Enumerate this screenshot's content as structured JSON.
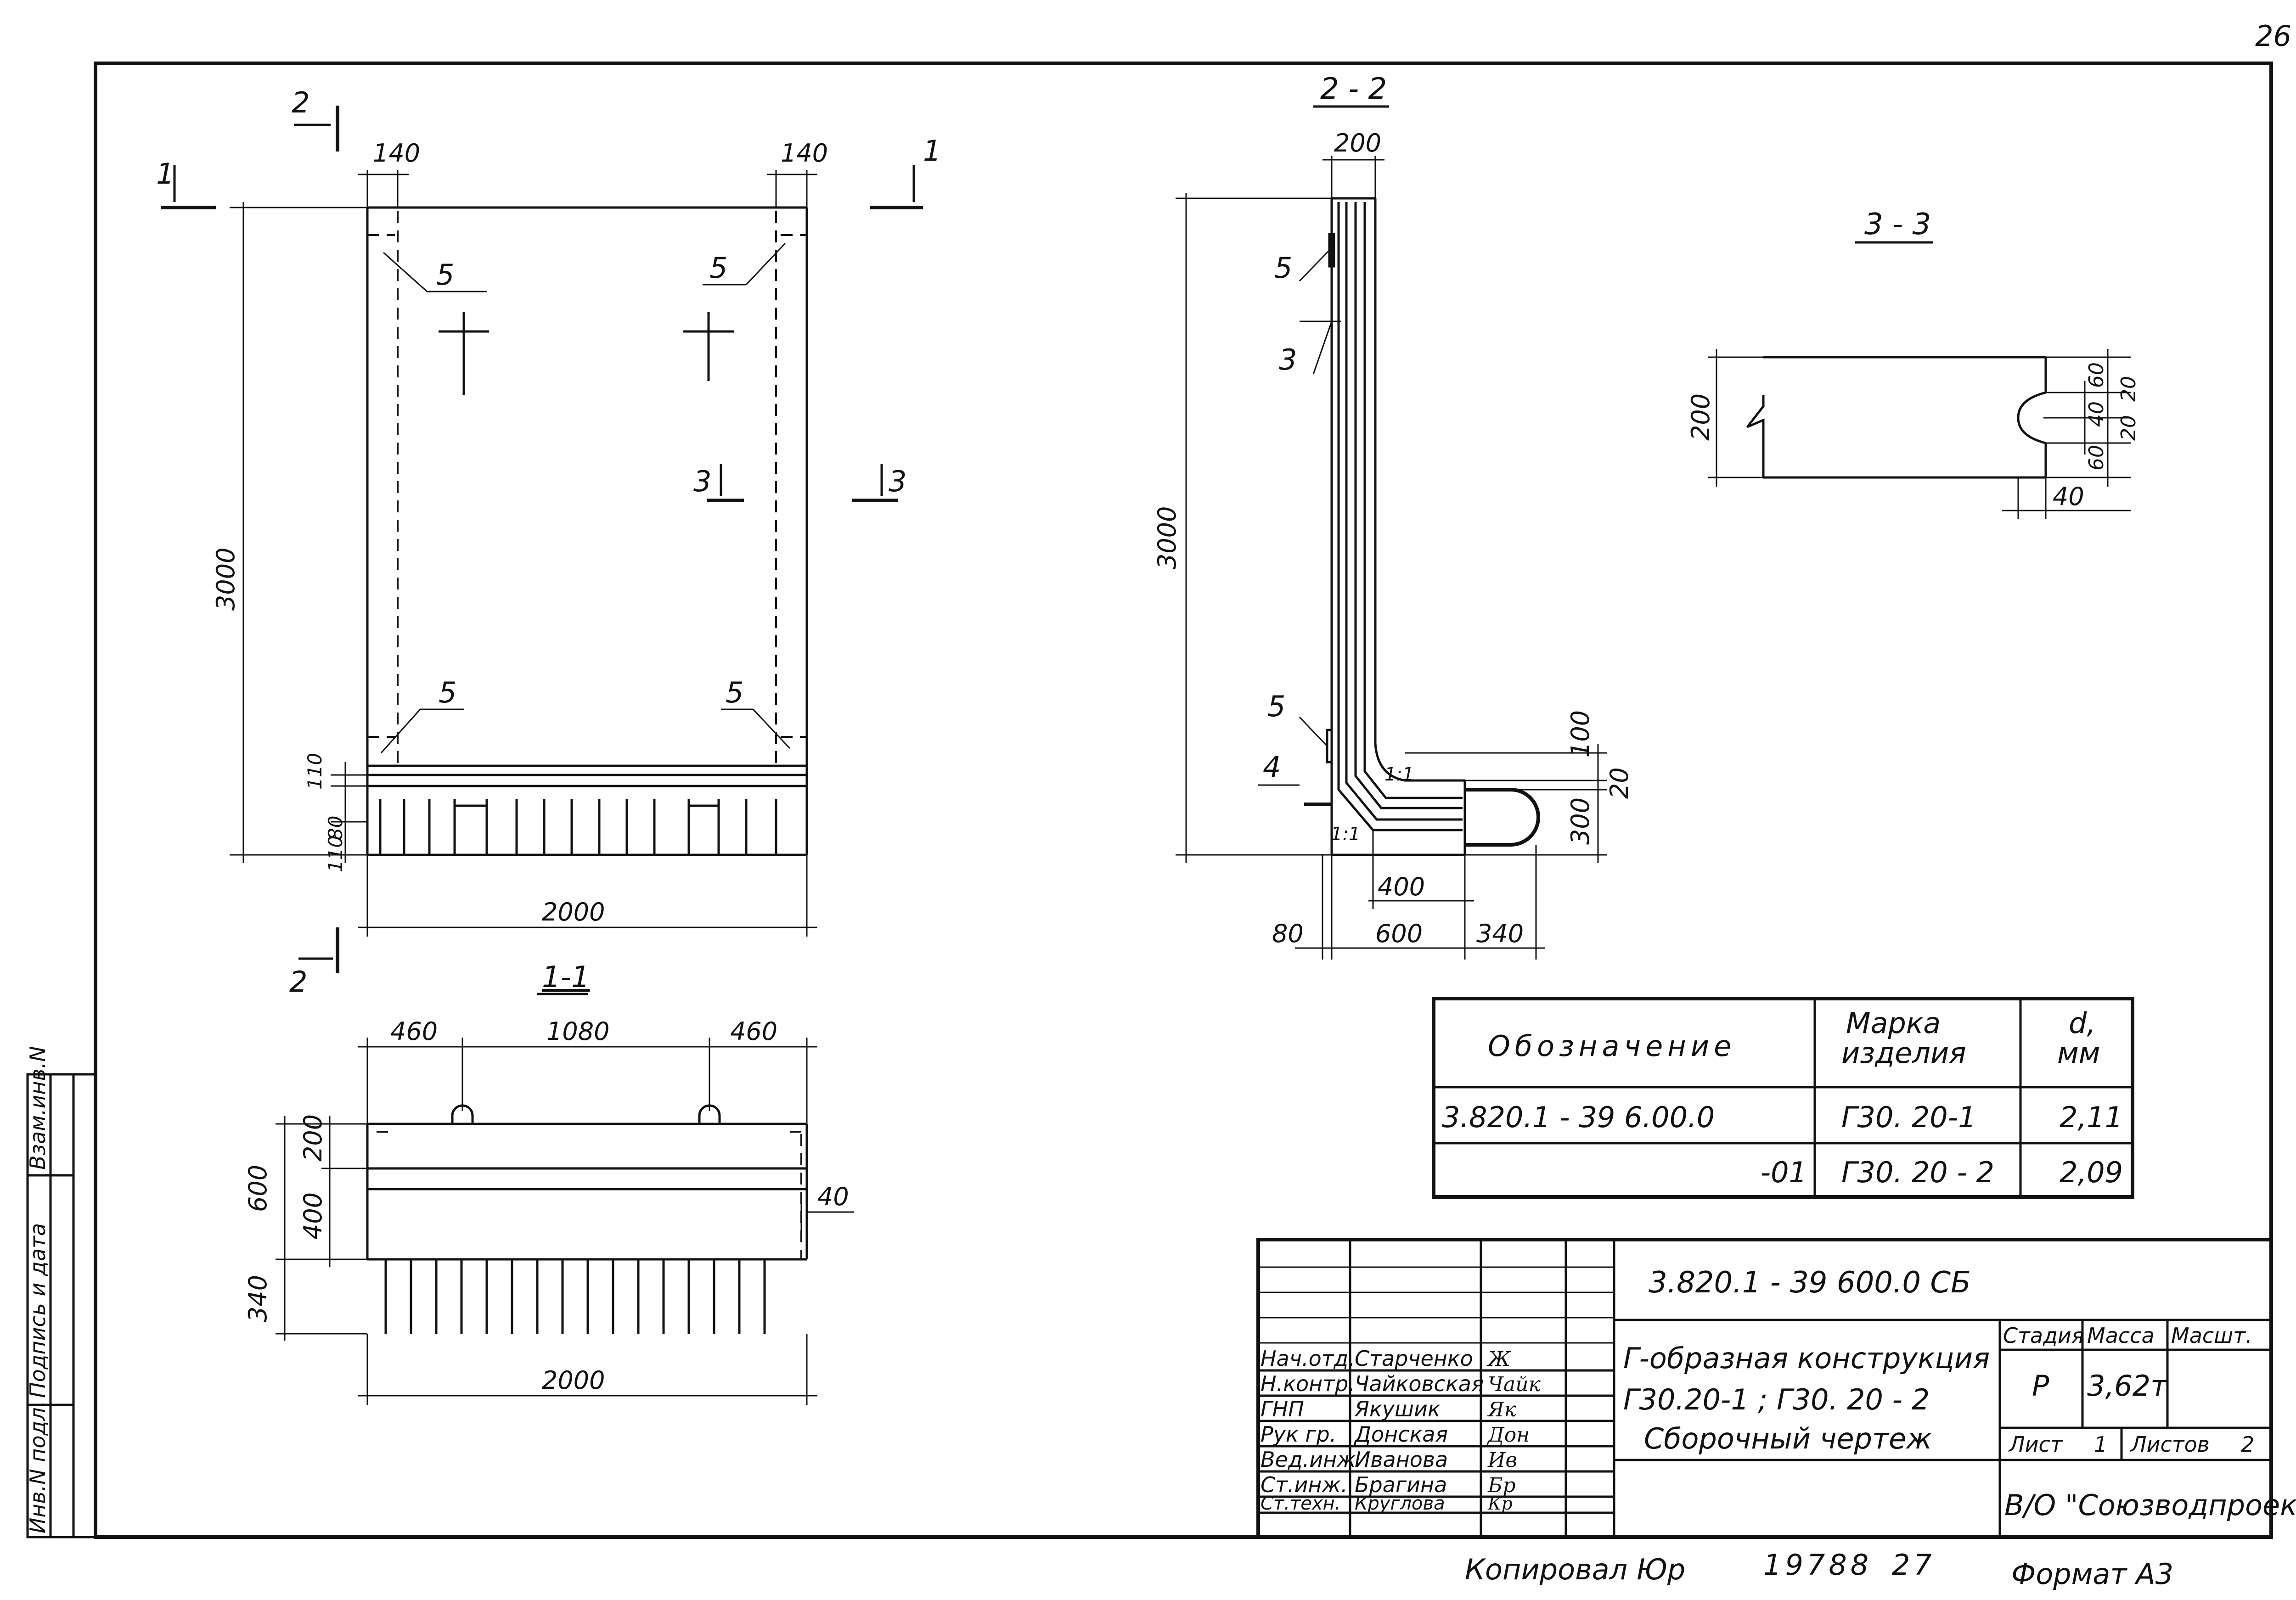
{
  "sheet": {
    "page_number": "26",
    "copied_by": "Копировал Юр",
    "archive_number": "19788",
    "archive_sheet": "27",
    "format": "Формат А3"
  },
  "view_main": {
    "dims": {
      "w140_left": "140",
      "w140_right": "140",
      "height": "3000",
      "width": "2000",
      "d110_top": "110",
      "d80": "80",
      "d110_bot": "110"
    },
    "cuts": {
      "c1_left": "1",
      "c1_right": "1",
      "c2_top": "2",
      "c2_bottom": "2",
      "c3_left": "3",
      "c3_right": "3"
    },
    "callouts": [
      "5",
      "5",
      "5",
      "5"
    ]
  },
  "view_1_1": {
    "title": "1-1",
    "dims": {
      "d460_left": "460",
      "d1080": "1080",
      "d460_right": "460",
      "d600": "600",
      "d200": "200",
      "d400": "400",
      "d40": "40",
      "d340": "340",
      "d2000": "2000"
    }
  },
  "view_2_2": {
    "title": "2 - 2",
    "dims": {
      "d200": "200",
      "d3000": "3000",
      "d100": "100",
      "d20": "20",
      "d300": "300",
      "d400": "400",
      "d80": "80",
      "d600": "600",
      "d340": "340"
    },
    "callouts": {
      "c5_top": "5",
      "c3": "3",
      "c5_bottom": "5",
      "c4": "4"
    },
    "ratio_upper": "1:1",
    "ratio_lower": "1:1"
  },
  "view_3_3": {
    "title": "3 - 3",
    "dims": {
      "d200": "200",
      "d60_top": "60",
      "d40_mid": "40",
      "d60_bot": "60",
      "d20_top": "20",
      "d20_bot": "20",
      "d40_bottom": "40"
    }
  },
  "spec_table": {
    "headers": {
      "designation": "Обозначение",
      "mark_line1": "Марка",
      "mark_line2": "изделия",
      "d_line1": "d,",
      "d_line2": "мм"
    },
    "rows": [
      {
        "designation": "3.820.1 - 39   6.00.0",
        "mark": "Г30. 20-1",
        "d": "2,11"
      },
      {
        "designation": "-01",
        "mark": "Г30. 20 - 2",
        "d": "2,09"
      }
    ]
  },
  "title_block": {
    "doc_code": "3.820.1 - 39 600.0 СБ",
    "title_line1": "Г-образная конструкция",
    "title_line2": "Г30.20-1 ;  Г30. 20 - 2",
    "title_line3": "Сборочный  чертеж",
    "stage_label": "Стадия",
    "mass_label": "Масса",
    "scale_label": "Масшт.",
    "stage_value": "Р",
    "mass_value": "3,62т",
    "sheet_label": "Лист",
    "sheet_value": "1",
    "sheets_label": "Листов",
    "sheets_value": "2",
    "organization": "В/О \"Союзводпроект\"",
    "people": [
      {
        "role": "Нач.отд.",
        "name": "Старченко",
        "sig": "Ж"
      },
      {
        "role": "Н.контр.",
        "name": "Чайковская",
        "sig": "Чайк"
      },
      {
        "role": "ГНП",
        "name": "Якушик",
        "sig": "Як"
      },
      {
        "role": "Рук гр.",
        "name": "Донская",
        "sig": "Дон"
      },
      {
        "role": "Вед.инж",
        "name": "Иванова",
        "sig": "Ив"
      },
      {
        "role": "Ст.инж.",
        "name": "Брагина",
        "sig": "Бр"
      },
      {
        "role": "Ст.техн.",
        "name": "Круглова",
        "sig": "Кр"
      }
    ]
  },
  "side_stamp": {
    "col1": "Инв.N подл.",
    "col2": "Подпись и дата",
    "col3": "Взам.инв.N"
  }
}
